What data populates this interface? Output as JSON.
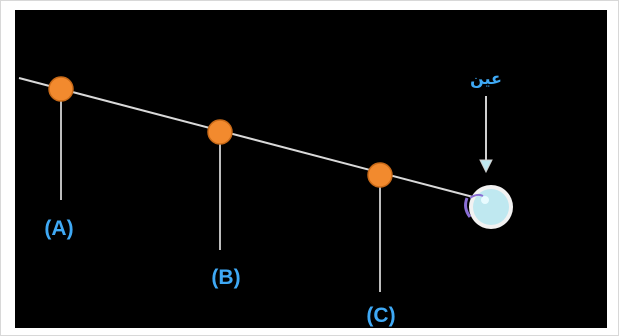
{
  "diagram": {
    "points": [
      {
        "label": "(A)"
      },
      {
        "label": "(B)"
      },
      {
        "label": "(C)"
      }
    ],
    "eye_label": "عين",
    "colors": {
      "background": "#000000",
      "line": "#d9d9d9",
      "point": "#f28a2e",
      "point_stroke": "#c96a18",
      "label": "#3fa9f5",
      "eye": "#bfe8f0",
      "eye_ring": "#8a6fd6"
    }
  }
}
